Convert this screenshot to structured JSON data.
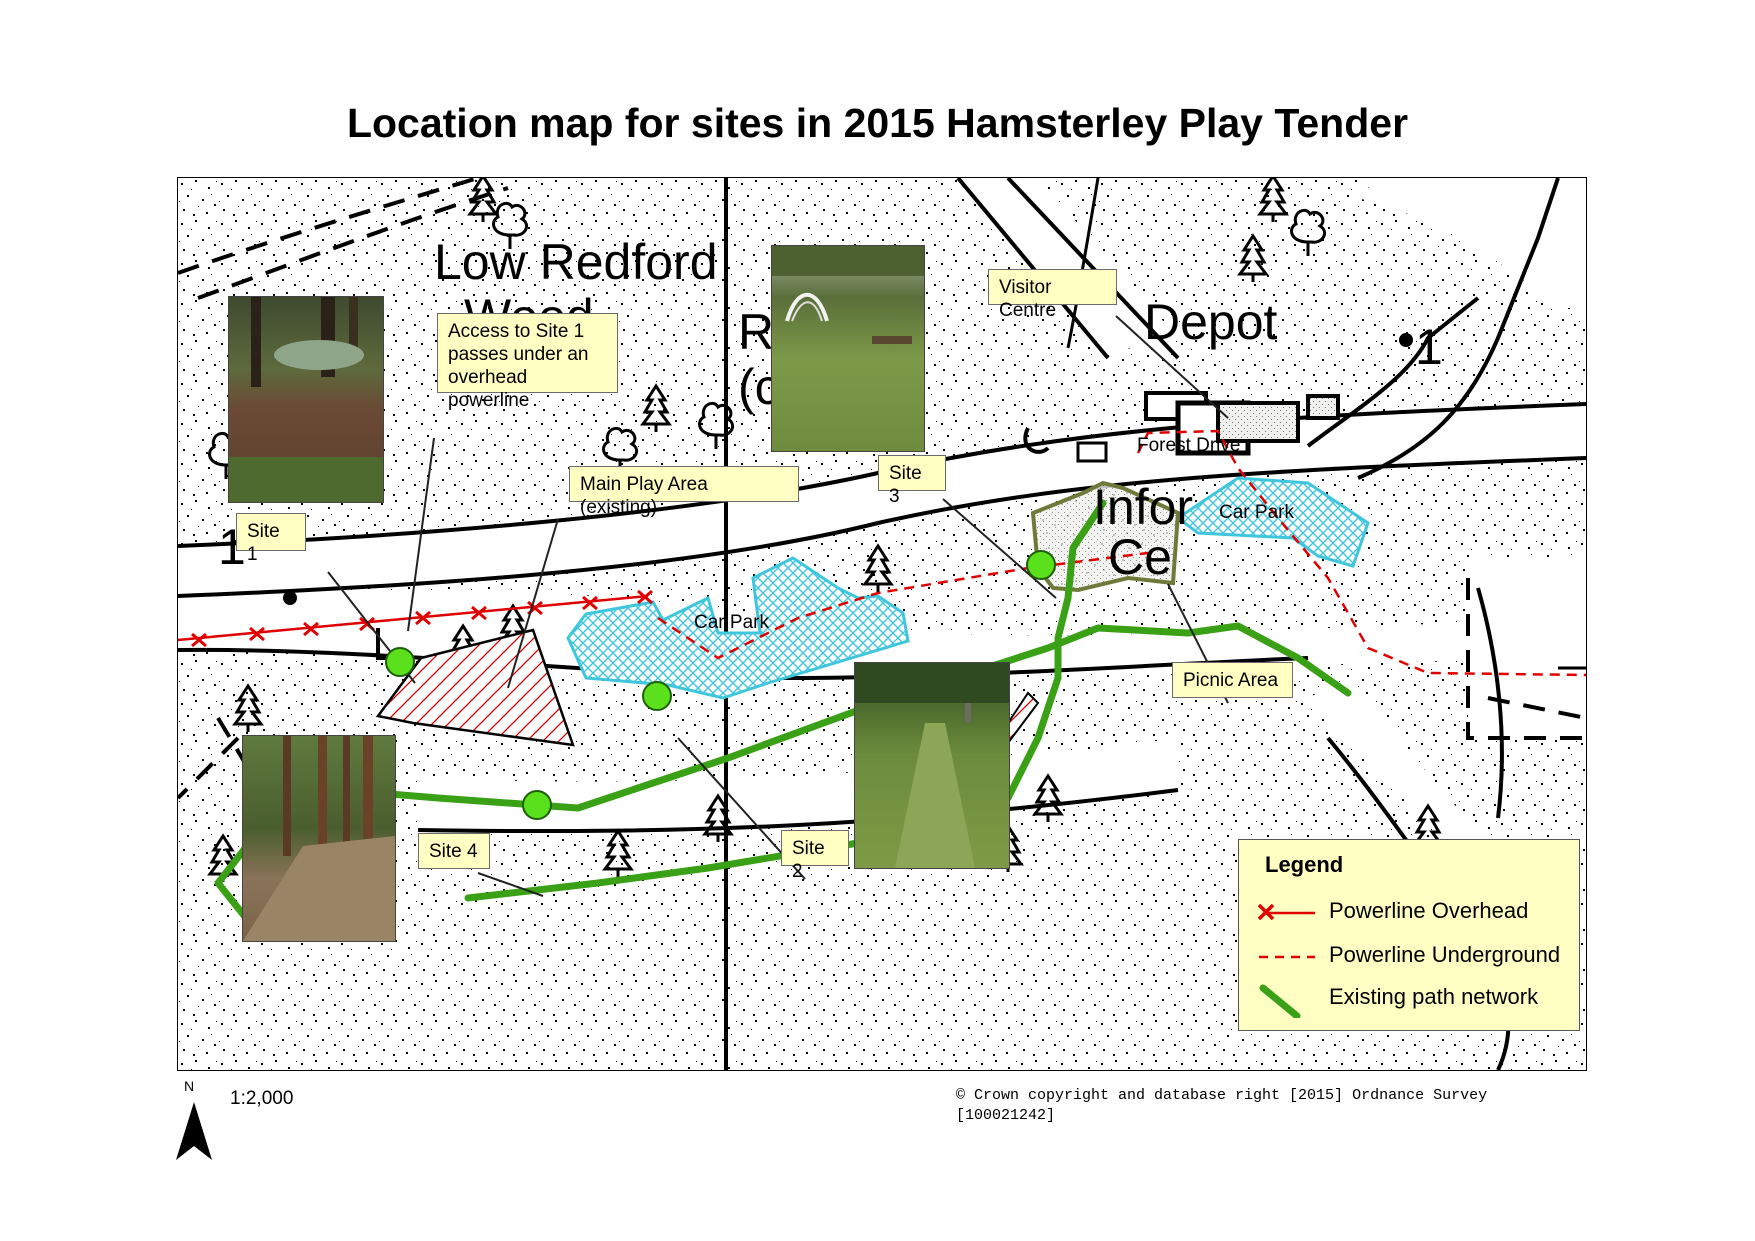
{
  "title": "Location map for sites in 2015 Hamsterley Play Tender",
  "map_labels": {
    "low_redford": "Low Redford",
    "wood": "Wood",
    "depot": "Depot",
    "r_partial": "R",
    "c_partial": "(c",
    "infor_partial": "Infor",
    "ce_partial": "Ce",
    "num_1a": "1",
    "num_1b": "1",
    "forest_drive": "Forest Drive",
    "car_park_1": "Car Park",
    "car_park_2": "Car Park"
  },
  "callouts": {
    "site1": "Site 1",
    "site2": "Site 2",
    "site3": "Site 3",
    "site4": "Site 4",
    "access": "Access to Site 1 passes under an overhead powerline",
    "main_play": "Main Play Area (existing)",
    "visitor_centre": "Visitor Centre",
    "picnic_area": "Picnic Area"
  },
  "legend": {
    "title": "Legend",
    "items": [
      {
        "label": "Powerline Overhead",
        "color": "#e00000"
      },
      {
        "label": "Powerline Underground",
        "color": "#e00000"
      },
      {
        "label": "Existing path network",
        "color": "#3aa117"
      }
    ]
  },
  "colors": {
    "path": "#3aa117",
    "site_dot": "#5be11b",
    "car_park": "#3fc6dd",
    "powerline": "#e00000",
    "callout_bg": "#ffffc4"
  },
  "footer": {
    "north": "N",
    "scale": "1:2,000",
    "copyright": "© Crown copyright and database right [2015] Ordnance Survey\n[100021242]"
  }
}
